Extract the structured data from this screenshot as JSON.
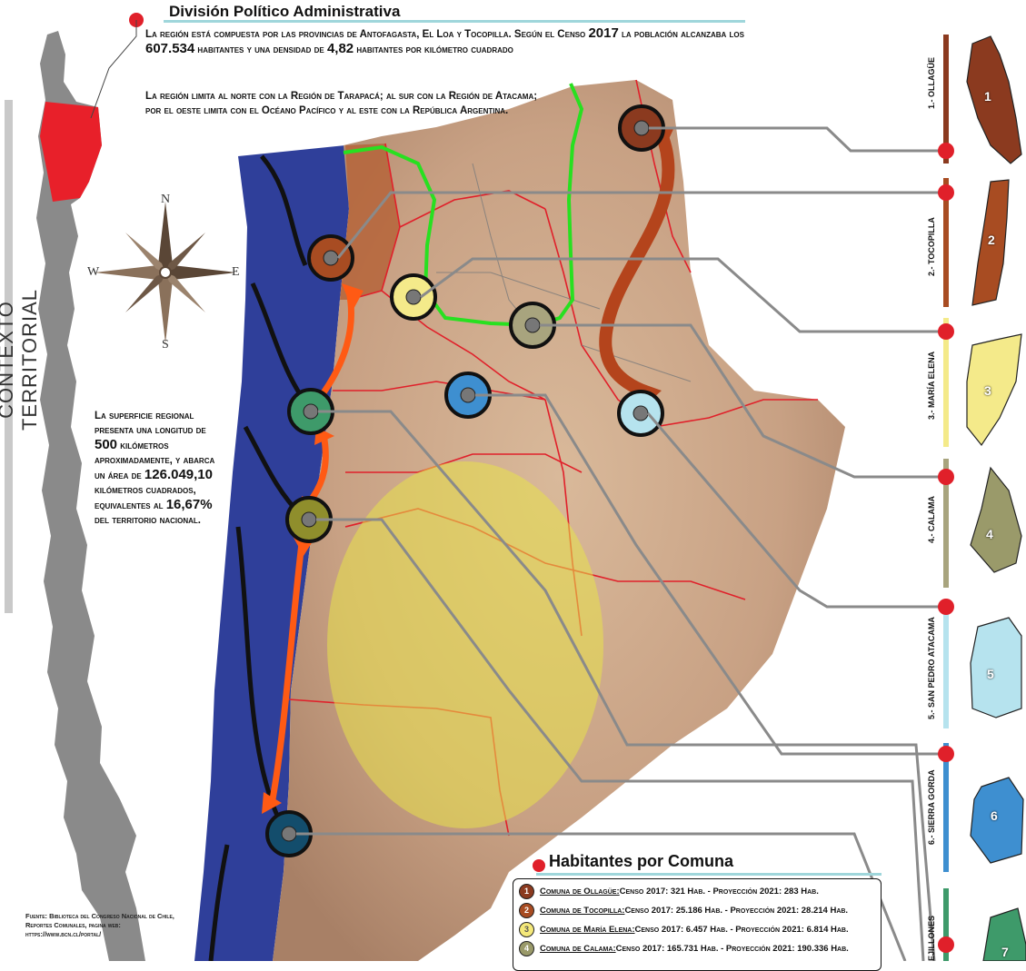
{
  "header": {
    "title": "División Político Administrativa",
    "intro_p1_a": "La región está compuesta por las provincias de Antofagasta, El Loa y Tocopilla. Según el Censo ",
    "intro_p1_year": "2017",
    "intro_p1_b": " la población alcanzaba los ",
    "intro_p1_pop": "607.534",
    "intro_p1_c": " habitantes y una densidad de ",
    "intro_p1_dens": "4,82",
    "intro_p1_d": " habitantes por kilómetro cuadrado",
    "intro_p2": "La región limita al norte con la Región de Tarapacá; al sur con la Región de Atacama; por el oeste limita con el Océano Pacífico y al este con la República Argentina."
  },
  "side_title": "CONTEXTO TERRITORIAL",
  "superficie": {
    "a": "La superficie regional presenta una longitud de ",
    "len": "500",
    "b": " kilómetros aproximadamente, y abarca un área de ",
    "area": "126.049,10",
    "c": " kilómetros cuadrados, equivalentes al ",
    "pct": "16,67%",
    "d": " del territorio nacional."
  },
  "compass": {
    "n": "N",
    "s": "S",
    "e": "E",
    "w": "W"
  },
  "source": "Fuente: Biblioteca del Congreso Nacional de Chile, Reportes Comunales, pagina web: https://www.bcn.cl/portal/",
  "habitantes": {
    "title": "Habitantes por Comuna",
    "rows": [
      {
        "num": "1",
        "name": "Comuna de Ollagüe:",
        "text": " Censo 2017: 321 Hab. - Proyección 2021: 283 Hab.",
        "color": "#8b3a1f"
      },
      {
        "num": "2",
        "name": "Comuna de Tocopilla:",
        "text": " Censo 2017: 25.186 Hab. - Proyección 2021: 28.214 Hab.",
        "color": "#a84c22"
      },
      {
        "num": "3",
        "name": "Comuna de María Elena:",
        "text": " Censo 2017: 6.457 Hab. - Proyección 2021: 6.814 Hab.",
        "color": "#f4e87a"
      },
      {
        "num": "4",
        "name": "Comuna de Calama:",
        "text": " Censo 2017: 165.731 Hab. - Proyección 2021: 190.336 Hab.",
        "color": "#9a9a6a"
      }
    ]
  },
  "comunas": [
    {
      "label": "1.- OLLAGÜE",
      "num": "1",
      "color": "#8b3a1f"
    },
    {
      "label": "2.- TOCOPILLA",
      "num": "2",
      "color": "#a84c22"
    },
    {
      "label": "3.- MARÍA ELENA",
      "num": "3",
      "color": "#f4e87a"
    },
    {
      "label": "4.- CALAMA",
      "num": "4",
      "color": "#9a9a6a"
    },
    {
      "label": "5.- SAN PEDRO ATACAMA",
      "num": "5",
      "color": "#b6e3ee"
    },
    {
      "label": "6.- SIERRA GORDA",
      "num": "6",
      "color": "#3e8fd0"
    },
    {
      "label": "EJILLONES",
      "num": "7",
      "color": "#3e9a6a"
    }
  ]
}
